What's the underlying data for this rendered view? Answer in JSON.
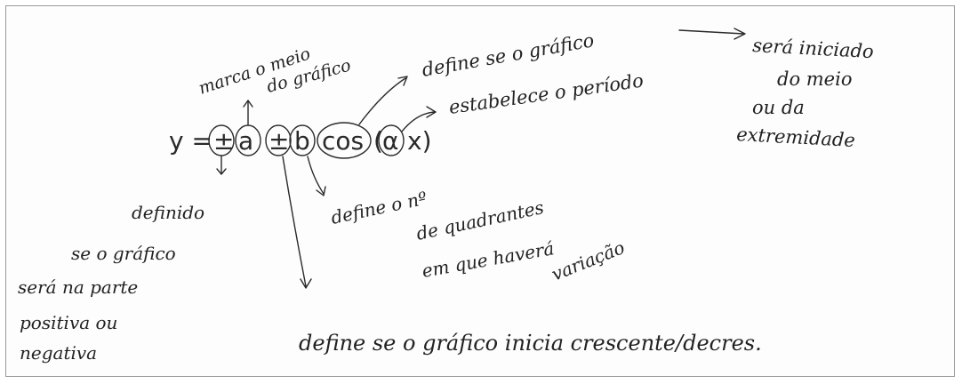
{
  "formula": {
    "y_equals": "y =",
    "pm1": "±",
    "a": "a",
    "pm2": "±",
    "b": "b",
    "cos": "cos",
    "paren_open": "(",
    "alpha": "α",
    "x_paren": "x)"
  },
  "notes": {
    "marca_line1": "marca o meio",
    "marca_line2": "do gráfico",
    "define_inicio_line1": "define se o gráfico",
    "define_inicio_line2": "será iniciado",
    "define_inicio_line3": "do meio",
    "define_inicio_line4": "ou da",
    "define_inicio_line5": "extremidade",
    "estabelece": "estabelece o período",
    "definido_line1": "definido",
    "definido_line2": "se o gráfico",
    "definido_line3": "será na parte",
    "definido_line4": "positiva ou",
    "definido_line5": "negativa",
    "quadrantes_line1": "define o nº",
    "quadrantes_line2": "de quadrantes",
    "quadrantes_line3": "em que haverá",
    "quadrantes_line4": "variação",
    "bottom": "define se o gráfico inicia crescente/decres."
  },
  "colors": {
    "ink": "#2a2a2a",
    "border": "#9a9a9a"
  }
}
